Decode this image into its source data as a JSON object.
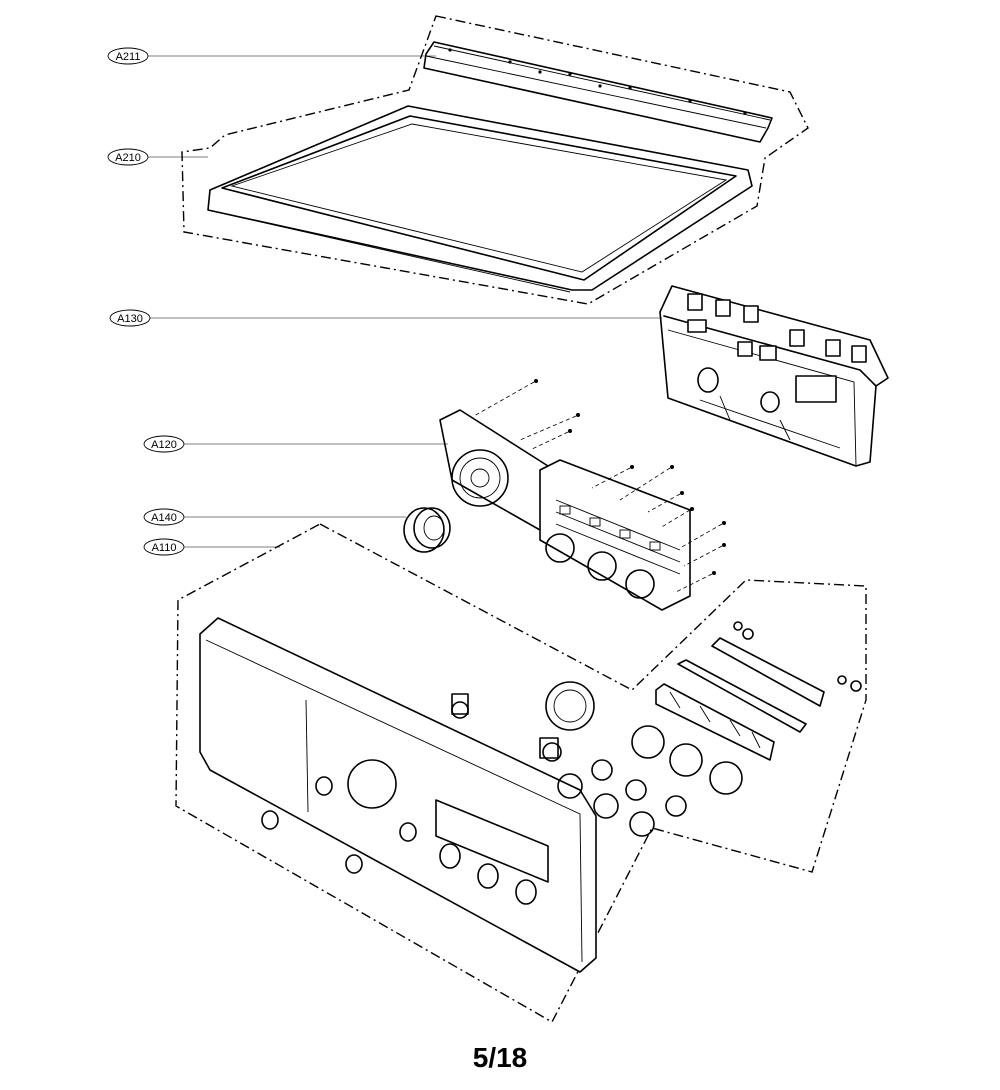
{
  "diagram": {
    "callouts": [
      {
        "id": "a211",
        "label": "A211"
      },
      {
        "id": "a210",
        "label": "A210"
      },
      {
        "id": "a130",
        "label": "A130"
      },
      {
        "id": "a120",
        "label": "A120"
      },
      {
        "id": "a140",
        "label": "A140"
      },
      {
        "id": "a110",
        "label": "A110"
      }
    ],
    "page_number": "5/18"
  }
}
